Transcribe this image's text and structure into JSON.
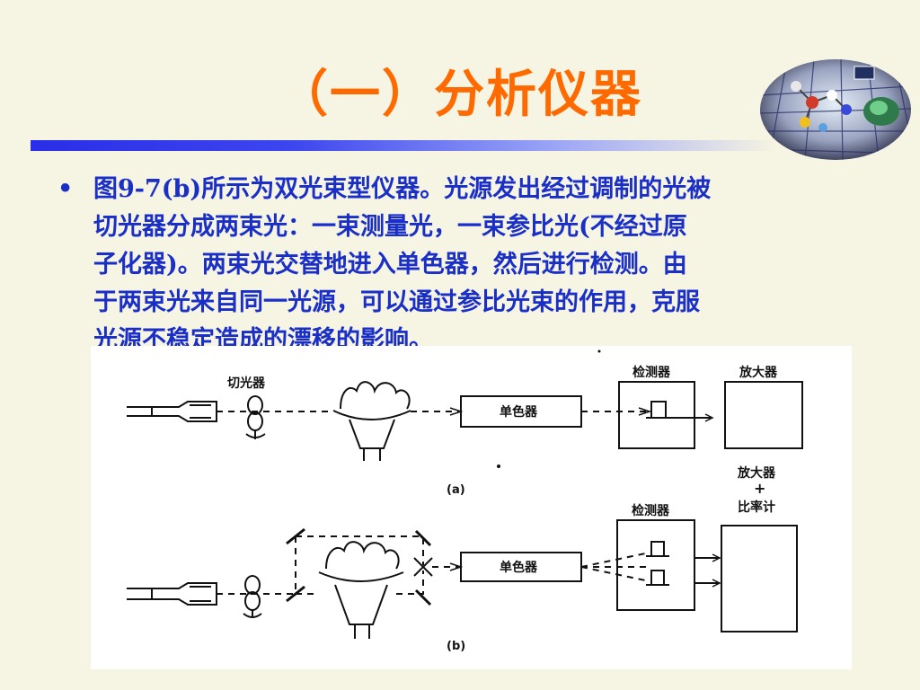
{
  "slide": {
    "title": "（一）分析仪器",
    "bullet_lines": [
      "图9-7(b)所示为双光束型仪器。光源发出经过调制的光被",
      "切光器分成两束光：一束测量光，一束参比光(不经过原",
      "子化器)。两束光交替地进入单色器，然后进行检测。由",
      "于两束光来自同一光源，可以通过参比光束的作用，克服",
      "光源不稳定造成的漂移的影响。"
    ]
  },
  "figure": {
    "chopper_label": "切光器",
    "mono_a_label": "单色器",
    "detector_a_label": "检测器",
    "amp_a_label": "放大器",
    "caption_a": "(a)",
    "amp_b_label_1": "放大器",
    "amp_b_plus": "+",
    "amp_b_label_2": "比率计",
    "detector_b_label": "检测器",
    "mono_b_label": "单色器",
    "caption_b": "(b)"
  },
  "colors": {
    "title": "#ff6a00",
    "body_text": "#1a2fc7",
    "rule": "#2a2ee8",
    "background": "#f6f4e2"
  }
}
